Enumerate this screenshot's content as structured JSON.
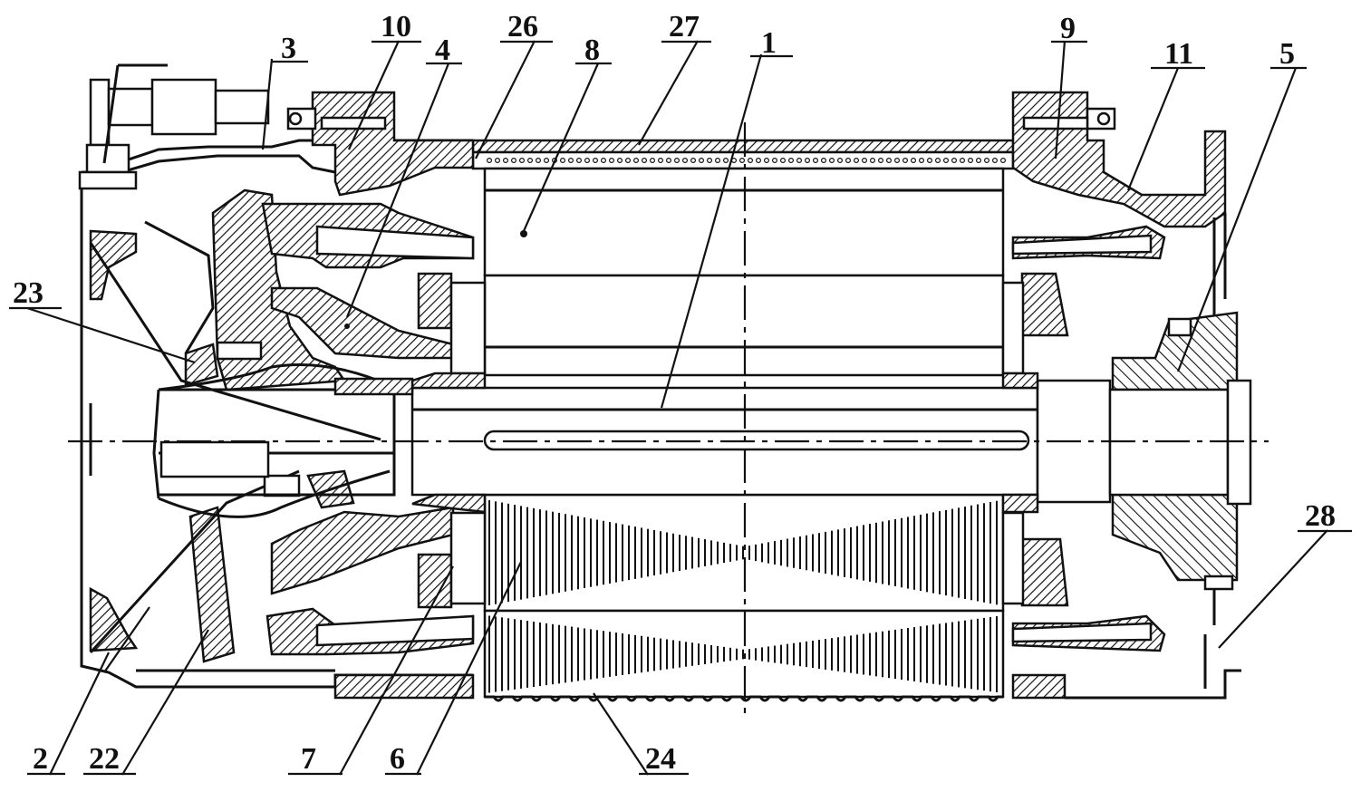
{
  "labels": [
    {
      "id": "1",
      "text": "1"
    },
    {
      "id": "2",
      "text": "2"
    },
    {
      "id": "3",
      "text": "3"
    },
    {
      "id": "4",
      "text": "4"
    },
    {
      "id": "5",
      "text": "5"
    },
    {
      "id": "6",
      "text": "6"
    },
    {
      "id": "7",
      "text": "7"
    },
    {
      "id": "8",
      "text": "8"
    },
    {
      "id": "9",
      "text": "9"
    },
    {
      "id": "10",
      "text": "10"
    },
    {
      "id": "11",
      "text": "11"
    },
    {
      "id": "22",
      "text": "22"
    },
    {
      "id": "23",
      "text": "23"
    },
    {
      "id": "24",
      "text": "24"
    },
    {
      "id": "26",
      "text": "26"
    },
    {
      "id": "27",
      "text": "27"
    },
    {
      "id": "28",
      "text": "28"
    }
  ]
}
